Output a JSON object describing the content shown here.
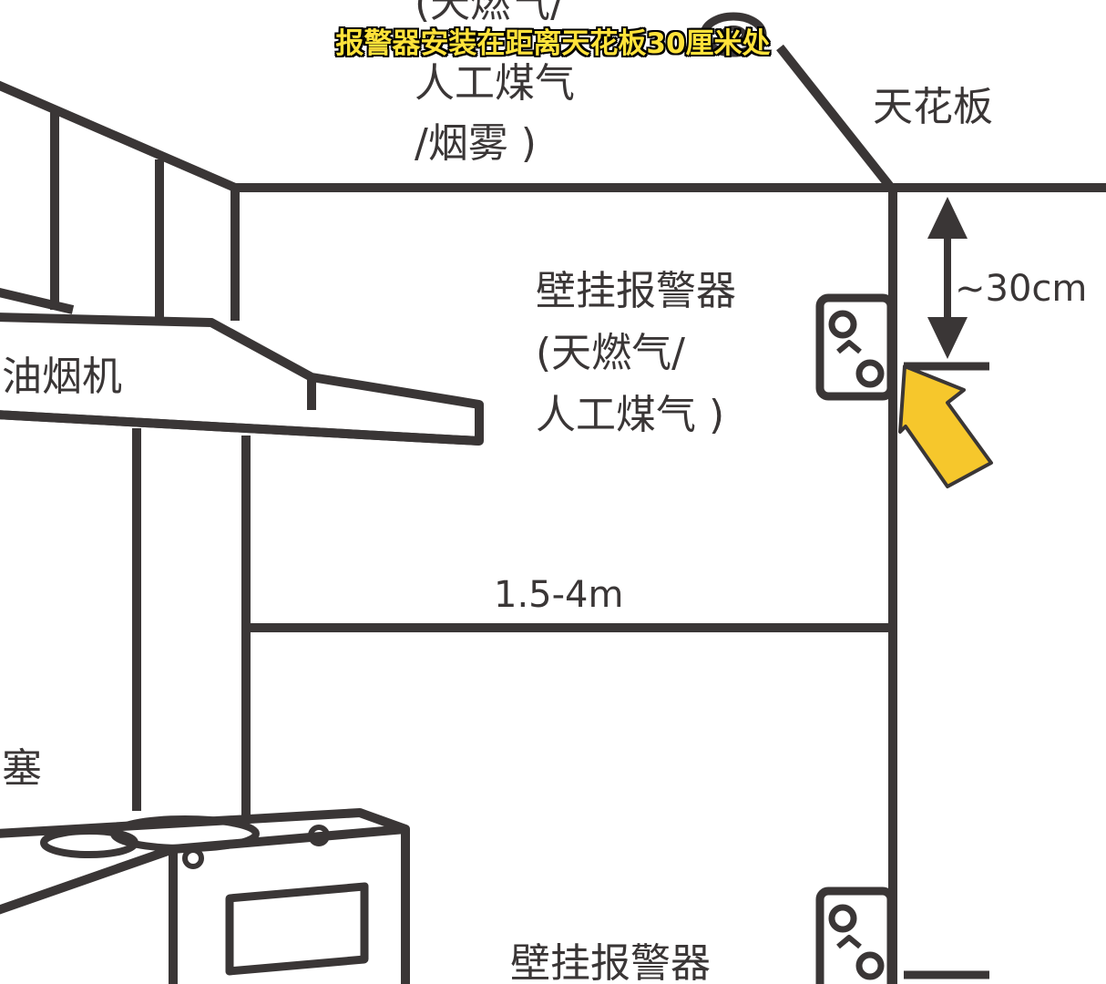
{
  "subtitle": "报警器安装在距离天花板30厘米处",
  "labels": {
    "top_partial_line1": "(天燃气/",
    "top_partial_line2": "人工煤气",
    "top_partial_line3": "/烟雾 )",
    "ceiling": "天花板",
    "distance_from_ceiling": "~30cm",
    "alarm_line1": "壁挂报警器",
    "alarm_line2": "(天燃气/",
    "alarm_line3": "人工煤气 )",
    "range_hood": "抽油烟机",
    "height_range": "1.5-4m",
    "plug_partial": "塞",
    "bottom_alarm": "壁挂报警器"
  },
  "colors": {
    "line": "#3a3636",
    "arrow": "#f6c72c",
    "subtitle_text": "#ffe23a"
  },
  "icons": [
    "up-down-dimension-arrow",
    "pointer-arrow",
    "alarm-device"
  ]
}
